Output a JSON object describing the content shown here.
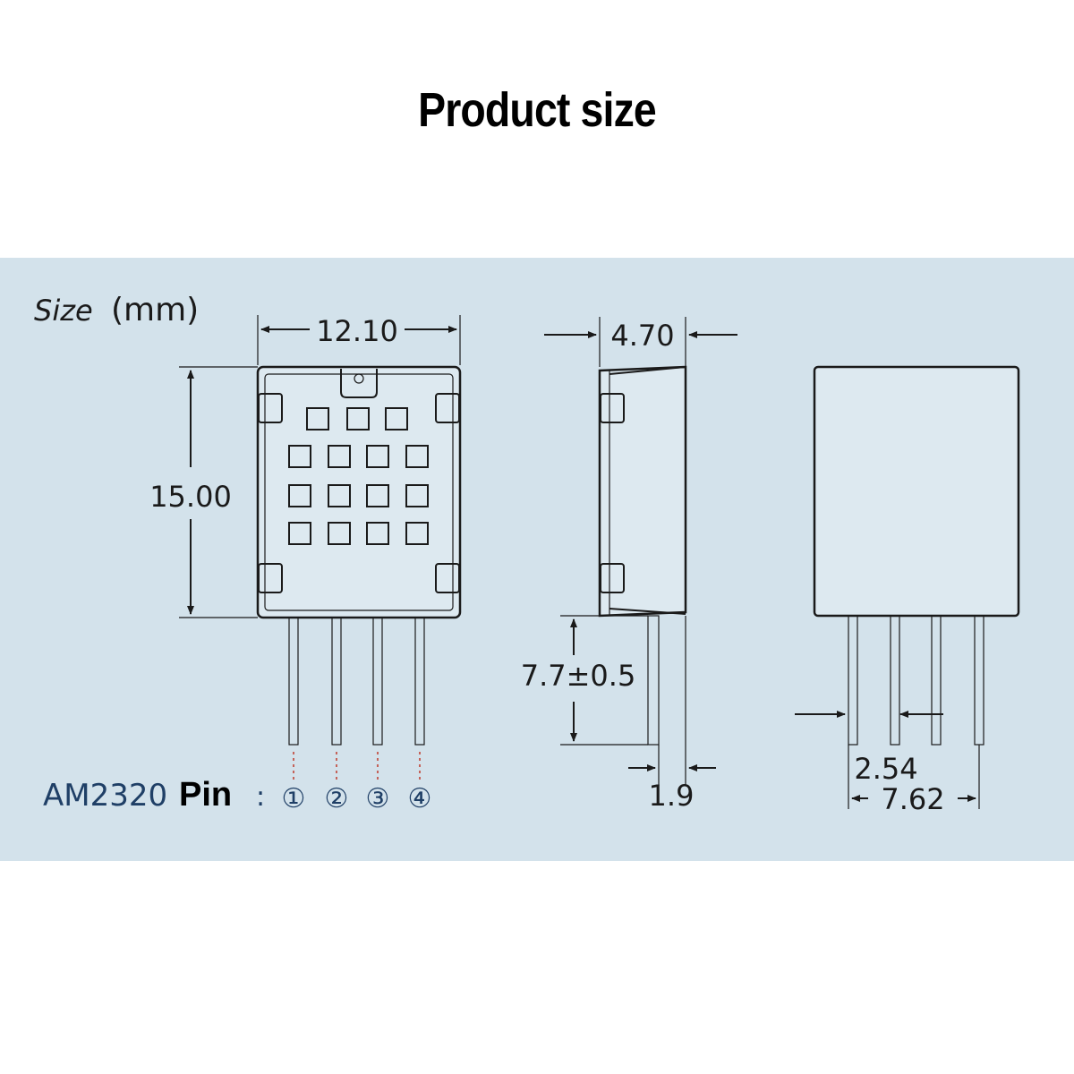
{
  "title": "Product size",
  "size_label": "Size",
  "unit_label": "(mm)",
  "dimensions": {
    "width": "12.10",
    "height": "15.00",
    "depth": "4.70",
    "pin_length": "7.7±0.5",
    "pin_offset": "1.9",
    "pin_pitch": "2.54",
    "pin_span": "7.62"
  },
  "model": "AM2320",
  "pin_word": "Pin",
  "pin_separator": ":",
  "pins": [
    "①",
    "②",
    "③",
    "④"
  ]
}
